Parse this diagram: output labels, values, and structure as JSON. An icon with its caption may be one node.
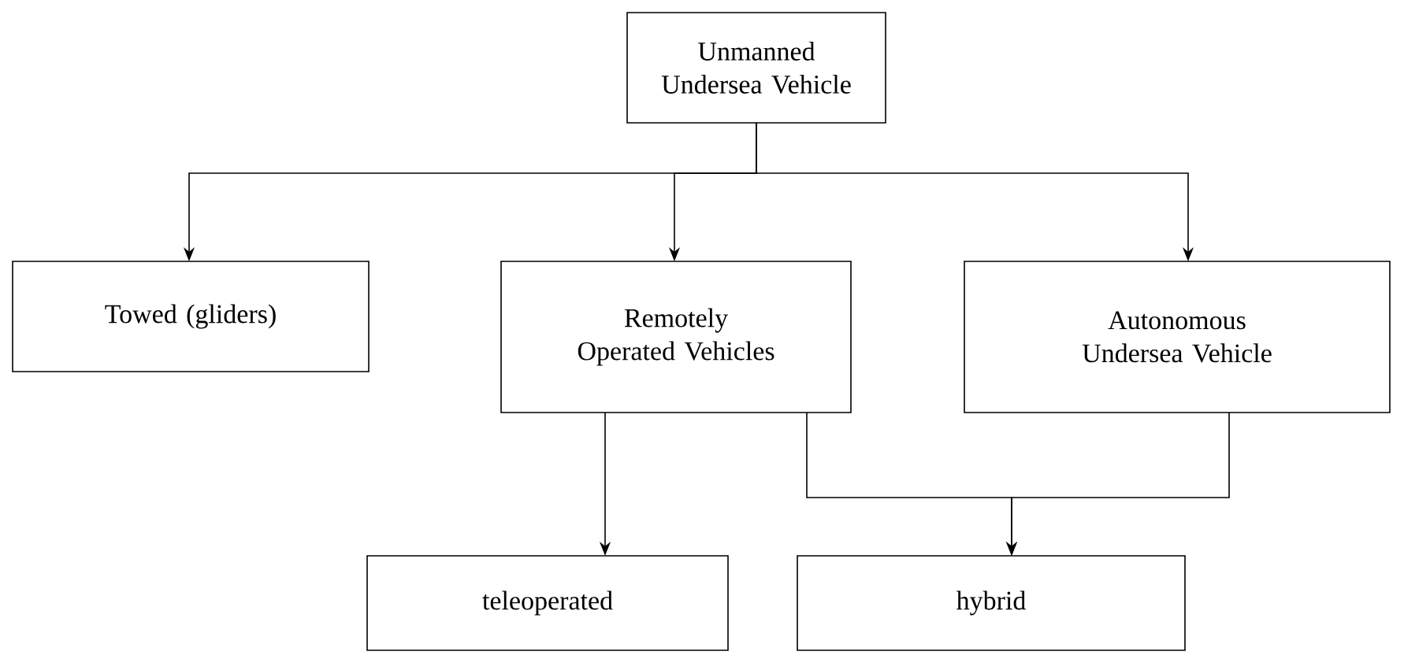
{
  "diagram": {
    "nodes": [
      {
        "text": [
          "Unmanned Undersea Vehicle"
        ]
      },
      {
        "text": [
          "Towed (gliders)"
        ]
      },
      {
        "text": [
          "Remotely Operated Vehicles"
        ]
      },
      {
        "text": [
          "Autonomous Undersea Vehicle"
        ]
      },
      {
        "text": [
          "teleoperated"
        ]
      },
      {
        "text": [
          "hybrid"
        ]
      }
    ],
    "edges": [
      {
        "from": 0,
        "to": 1,
        "arrow": "to"
      },
      {
        "from": 0,
        "to": 2,
        "arrow": "to"
      },
      {
        "from": 0,
        "to": 3,
        "arrow": "to"
      },
      {
        "from": 2,
        "to": 4,
        "arrow": "to"
      },
      {
        "from": 2,
        "to": 5,
        "arrow": "to"
      },
      {
        "from": 3,
        "to": 5,
        "arrow": "to"
      }
    ]
  }
}
